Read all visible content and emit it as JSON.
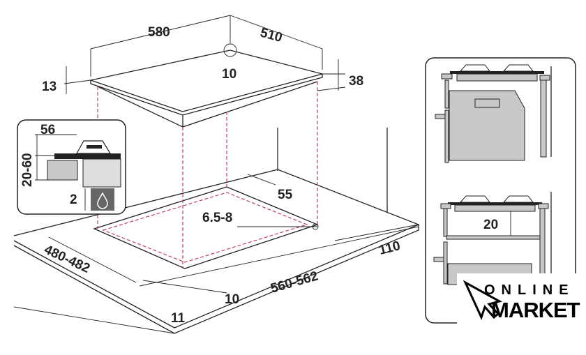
{
  "diagram": {
    "dimensions": {
      "width": "580",
      "depth": "510",
      "corner_radius": "10",
      "glass_thickness": "13",
      "hob_height": "38",
      "inset_top": "56",
      "inset_gap": "20-60",
      "inset_bottom": "2",
      "back_clearance": "55",
      "screw_hole": "6.5-8",
      "cutout_depth": "480-482",
      "front_offset": "10",
      "front_edge": "11",
      "cutout_width": "560-562",
      "wall_distance": "110",
      "oven_gap": "20"
    },
    "logo": {
      "line1": "ONLINE",
      "line2": "MARKET"
    }
  }
}
